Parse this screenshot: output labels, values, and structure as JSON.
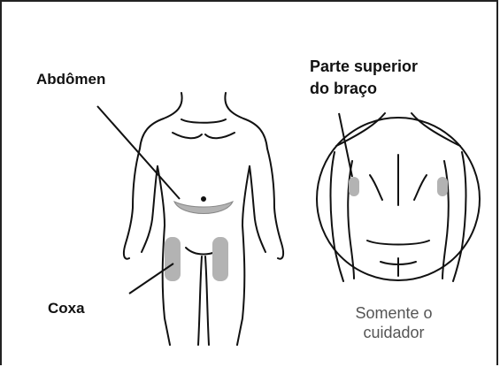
{
  "labels": {
    "abdomen": "Abdômen",
    "thigh": "Coxa",
    "upper_arm_line1": "Parte superior",
    "upper_arm_line2": "do braço",
    "caretaker_line1": "Somente o",
    "caretaker_line2": "cuidador"
  },
  "colors": {
    "outline": "#111111",
    "injection_site": "#b3b3b3",
    "label_text": "#111111",
    "caretaker_text": "#555555"
  }
}
